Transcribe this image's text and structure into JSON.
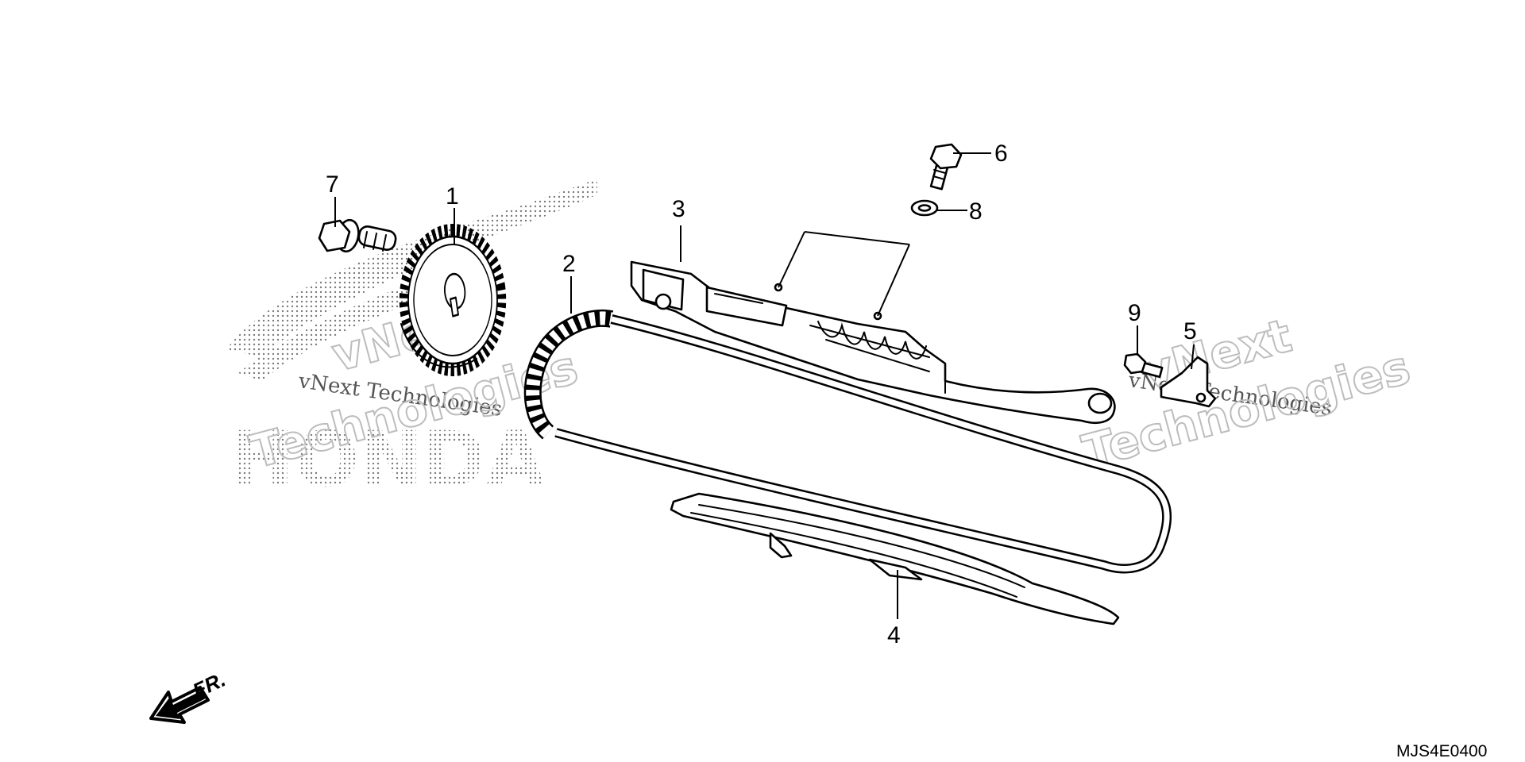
{
  "callouts": [
    "7",
    "1",
    "2",
    "3",
    "6",
    "8",
    "9",
    "5",
    "4"
  ],
  "watermark": {
    "brand_logo": "HONDA",
    "line1": "vNext Technologies",
    "line2a": "vNext",
    "line2b": "Technologies",
    "line3": "vNext Technologies",
    "line4a": "vNext",
    "line4b": "Technologies"
  },
  "direction_label": "FR.",
  "diagram_code": "MJS4E0400"
}
